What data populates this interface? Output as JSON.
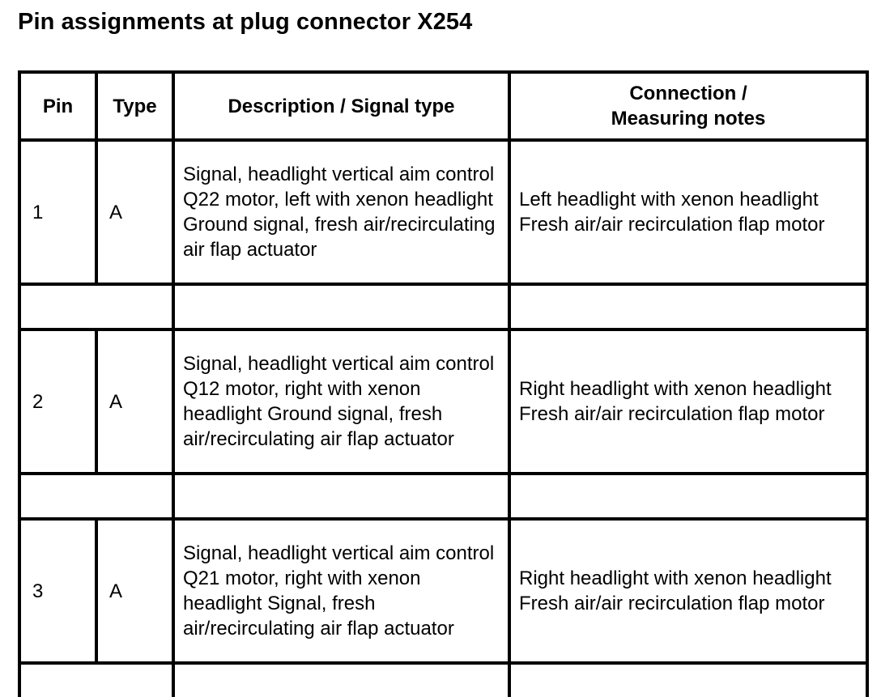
{
  "page": {
    "title": "Pin assignments at plug connector X254"
  },
  "table": {
    "headers": {
      "pin": "Pin",
      "type": "Type",
      "description": "Description / Signal type",
      "notes_line1": "Connection /",
      "notes_line2": "Measuring notes"
    },
    "rows": [
      {
        "pin": "1",
        "type": "A",
        "description": "Signal, headlight vertical aim control Q22 motor, left with xenon headlight Ground signal, fresh air/recirculating air flap actuator",
        "notes": "Left headlight with xenon headlight Fresh air/air recirculation flap motor"
      },
      {
        "pin": "2",
        "type": "A",
        "description": "Signal, headlight vertical aim control Q12 motor, right with xenon headlight Ground signal, fresh air/recirculating air flap actuator",
        "notes": "Right headlight with xenon headlight Fresh air/air recirculation flap motor"
      },
      {
        "pin": "3",
        "type": "A",
        "description": "Signal, headlight vertical aim control Q21 motor, right with xenon headlight Signal, fresh air/recirculating air flap actuator",
        "notes": "Right headlight with xenon headlight Fresh air/air recirculation flap motor"
      }
    ]
  }
}
